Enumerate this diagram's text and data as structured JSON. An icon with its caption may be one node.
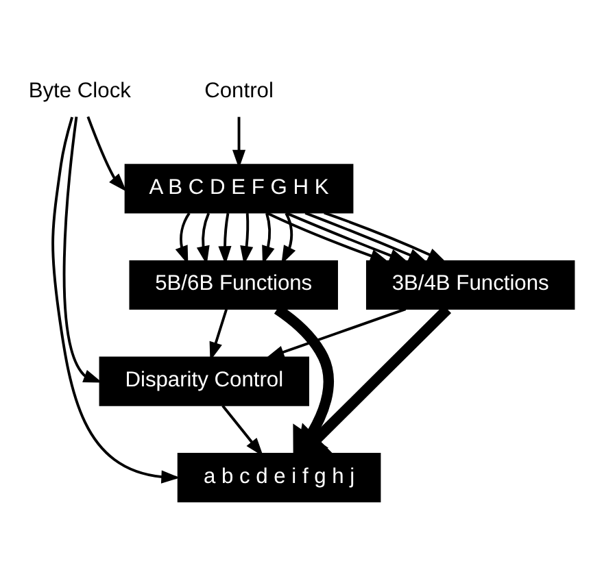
{
  "diagram": {
    "nodes": [
      {
        "text": [
          "Byte Clock"
        ]
      },
      {
        "text": [
          "Control"
        ]
      },
      {
        "text": [
          "A B C D E F G H K"
        ]
      },
      {
        "text": [
          "5B/6B Functions"
        ]
      },
      {
        "text": [
          "3B/4B Functions"
        ]
      },
      {
        "text": [
          "Disparity Control"
        ]
      },
      {
        "text": [
          "a b c d e i f g h j"
        ]
      }
    ],
    "edges": [
      {
        "from": 0,
        "to": 2,
        "arrow": "to"
      },
      {
        "from": 0,
        "to": 5,
        "arrow": "to"
      },
      {
        "from": 0,
        "to": 6,
        "arrow": "to"
      },
      {
        "from": 1,
        "to": 2,
        "arrow": "to"
      },
      {
        "from": 2,
        "to": 3,
        "arrow": "to"
      },
      {
        "from": 2,
        "to": 3,
        "arrow": "to"
      },
      {
        "from": 2,
        "to": 3,
        "arrow": "to"
      },
      {
        "from": 2,
        "to": 3,
        "arrow": "to"
      },
      {
        "from": 2,
        "to": 3,
        "arrow": "to"
      },
      {
        "from": 2,
        "to": 3,
        "arrow": "to"
      },
      {
        "from": 2,
        "to": 4,
        "arrow": "to"
      },
      {
        "from": 2,
        "to": 4,
        "arrow": "to"
      },
      {
        "from": 2,
        "to": 4,
        "arrow": "to"
      },
      {
        "from": 2,
        "to": 4,
        "arrow": "to"
      },
      {
        "from": 3,
        "to": 6,
        "arrow": "to",
        "style": "thick"
      },
      {
        "from": 3,
        "to": 5,
        "arrow": "to"
      },
      {
        "from": 4,
        "to": 5,
        "arrow": "to"
      },
      {
        "from": 4,
        "to": 6,
        "arrow": "to",
        "style": "thick"
      },
      {
        "from": 5,
        "to": 6,
        "arrow": "to"
      }
    ]
  }
}
